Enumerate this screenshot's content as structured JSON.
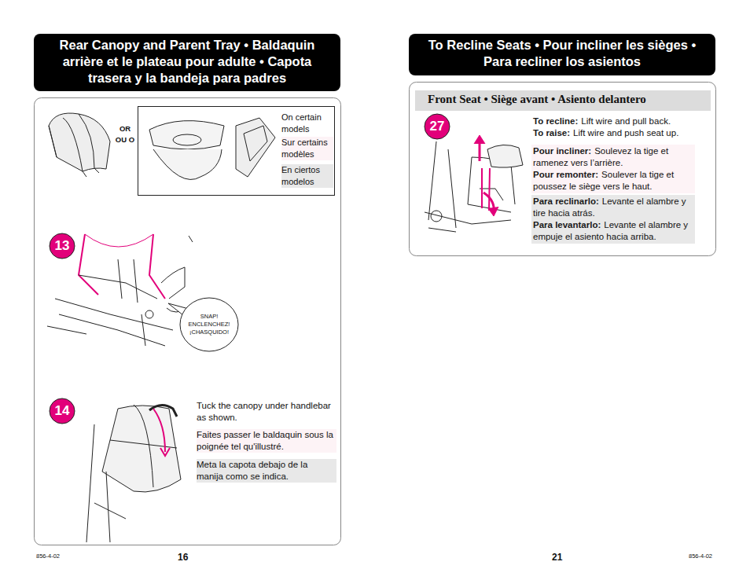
{
  "diagram": {
    "nodes": [
      {
        "text": [
          "Rear Canopy and Parent Tray • Baldaquin arrière et le plateau pour adulte • Capota trasera y la bandeja para padres"
        ]
      },
      {
        "text": [
          "On certain models",
          "Sur certains modèles",
          "En ciertos modelos"
        ]
      },
      {
        "text": [
          "13"
        ]
      },
      {
        "text": [
          "SNAP! ENCLENCHEZ! ¡CHASQUIDO!"
        ]
      },
      {
        "text": [
          "14"
        ]
      },
      {
        "text": [
          "To Recline Seats • Pour incliner les sièges • Para recliner los asientos"
        ]
      },
      {
        "text": [
          "Front Seat • Siège avant • Asiento delantero"
        ]
      },
      {
        "text": [
          "27"
        ]
      }
    ],
    "labels": [
      "OR OU O",
      "Tuck the canopy under handlebar as shown.",
      "Faites passer le baldaquin sous la poignée tel qu'illustré.",
      "Meta la capota debajo de la manija como se indica.",
      "To recline:",
      "Lift wire and pull back.",
      "To raise:",
      "Lift wire and push seat up.",
      "Pour incliner:",
      "Soulevez la tige et ramenez vers l’arrière.",
      "Pour remonter:",
      "Soulever la tige et poussez le siège vers le haut.",
      "Para reclinarlo:",
      "Levante el alambre y tire hacia atrás.",
      "Para levantarlo:",
      "Levante el alambre y empuje el asiento hacia arriba.",
      "856-4-02",
      "16",
      "21",
      "856-4-02"
    ]
  }
}
